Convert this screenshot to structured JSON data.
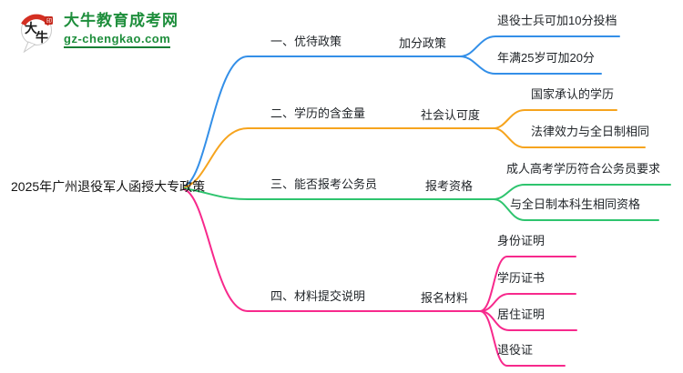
{
  "colors": {
    "branch1": "#338fe8",
    "branch2": "#f6a41e",
    "branch3": "#2ec46e",
    "branch4": "#f7298c",
    "text": "#212529",
    "logo_green": "#1e8e3c",
    "logo_red": "#d42f22"
  },
  "logo": {
    "brand": "大牛教育成考网",
    "domain": "gz-chengkao.com",
    "icon_char1": "大",
    "icon_char2": "牛"
  },
  "root": {
    "label": "2025年广州退役军人函授大专政策"
  },
  "branches": [
    {
      "label": "一、优待政策",
      "sub_label": "加分政策",
      "leaves": [
        "退役士兵可加10分投档",
        "年满25岁可加20分"
      ]
    },
    {
      "label": "二、学历的含金量",
      "sub_label": "社会认可度",
      "leaves": [
        "国家承认的学历",
        "法律效力与全日制相同"
      ]
    },
    {
      "label": "三、能否报考公务员",
      "sub_label": "报考资格",
      "leaves": [
        "成人高考学历符合公务员要求",
        "与全日制本科生相同资格"
      ]
    },
    {
      "label": "四、材料提交说明",
      "sub_label": "报名材料",
      "leaves": [
        "身份证明",
        "学历证书",
        "居住证明",
        "退役证"
      ]
    }
  ]
}
